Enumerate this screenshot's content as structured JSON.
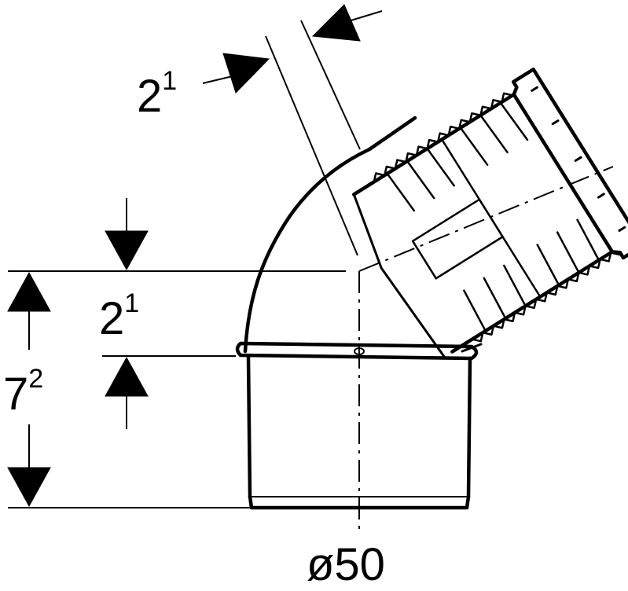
{
  "dimensions": {
    "top_offset": {
      "base": "2",
      "superscript": "1"
    },
    "vertical_offset": {
      "base": "2",
      "superscript": "1"
    },
    "total_height": {
      "base": "7",
      "superscript": "2"
    },
    "diameter": "ø50"
  },
  "colors": {
    "line": "#000000",
    "background": "#ffffff"
  }
}
